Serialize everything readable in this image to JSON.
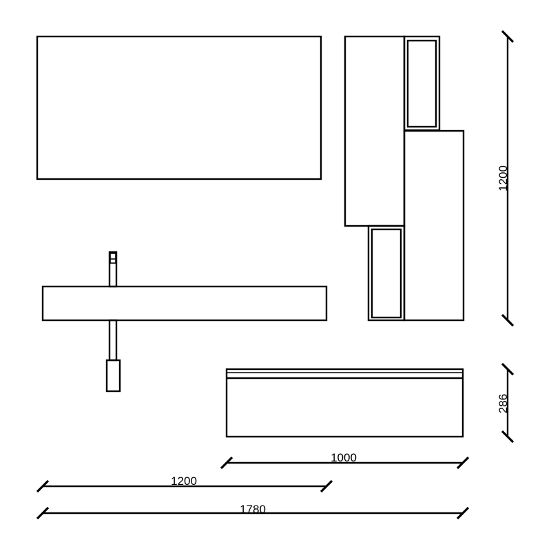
{
  "dimensions": {
    "height": "1200",
    "shelf_height": "286",
    "shelf_width": "1000",
    "sink_width": "1200",
    "total_width": "1780"
  }
}
